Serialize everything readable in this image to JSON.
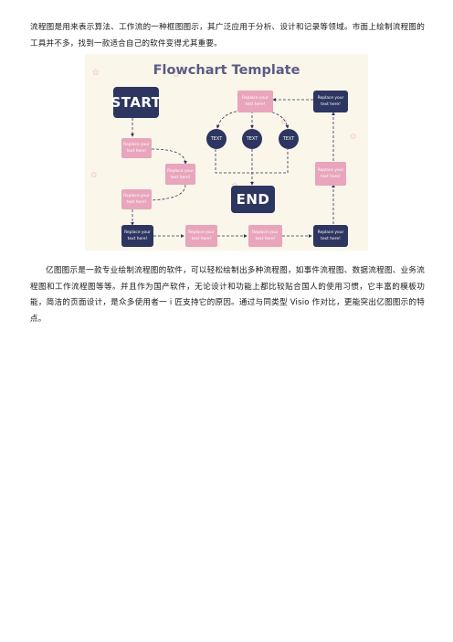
{
  "paragraph_intro": "流程图是用来表示算法、工作流的一种框图图示，其广泛应用于分析、设计和记录等领域。市面上绘制流程图的工具并不多，找到一款适合自己的软件变得尤其重要。",
  "flowchart": {
    "title": "Flowchart Template",
    "start_label": "START",
    "end_label": "END",
    "text_nodes": [
      "TEXT",
      "TEXT",
      "TEXT"
    ],
    "placeholder": "Replace your text here!",
    "colors": {
      "dark": "#2d3561",
      "pink": "#e8a5bc",
      "background": "#fbf6ea",
      "title": "#5b5b86"
    }
  },
  "paragraph_body": "亿图图示是一款专业绘制流程图的软件，可以轻松绘制出多种流程图，如事件流程图、数据流程图、业务流程图和工作流程图等等。并且作为国产软件，无论设计和功能上都比较贴合国人的使用习惯，它丰富的模板功能，简洁的页面设计，是众多使用者一 i 匠支持它的原因。通过与同类型 Visio 作对比，更能突出亿图图示的特点。"
}
